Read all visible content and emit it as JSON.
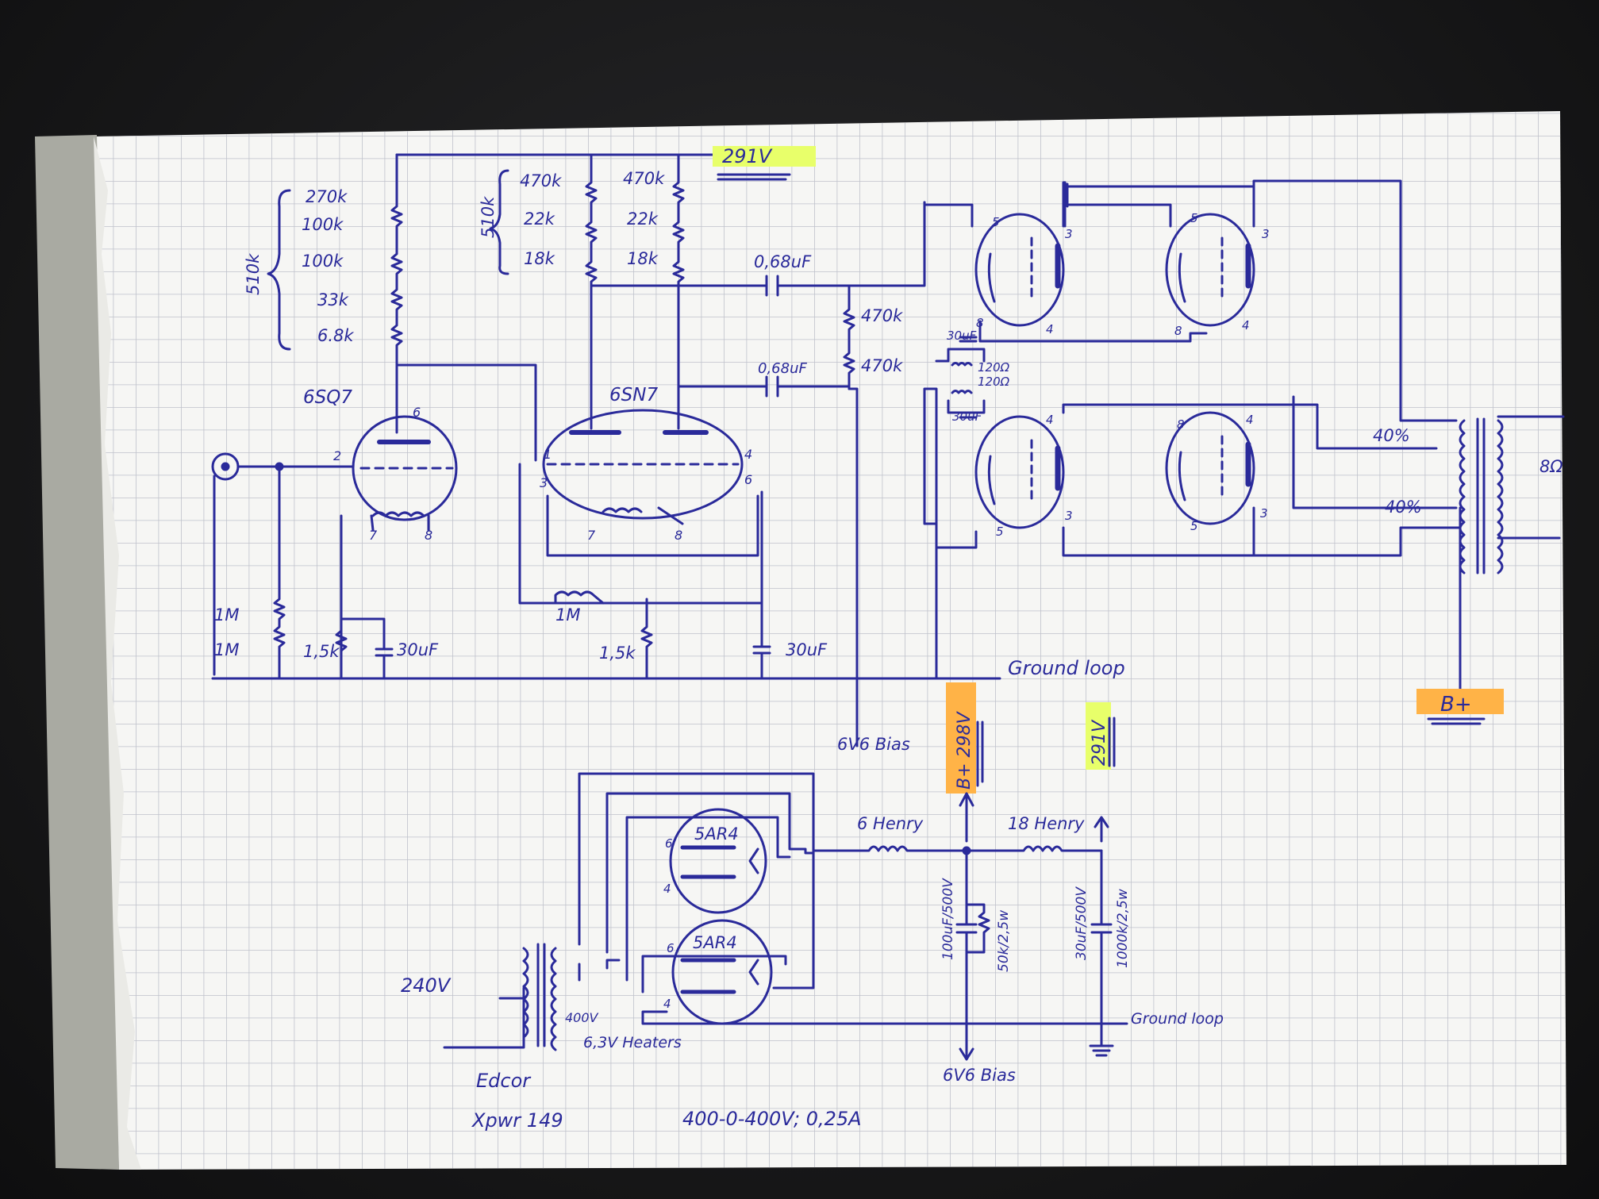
{
  "colors": {
    "desk": "#18181a",
    "paper": "#f6f6f4",
    "grid": "#b9bcc6",
    "ink": "#2a2a9a",
    "spine": "#a9aaa2",
    "highlight_green": "#e8ff6a",
    "highlight_orange": "#ffb347"
  },
  "labels": {
    "r_top_1": "270k",
    "r_top_2": "100k",
    "r_top_3": "100k",
    "r_top_4": "33k",
    "r_top_5": "6.8k",
    "r_top_sum": "510k",
    "col2_sum": "510k",
    "col2_1": "470k",
    "col2_2": "22k",
    "col2_3": "18k",
    "col3_1": "470k",
    "col3_2": "22k",
    "col3_3": "18k",
    "supply_top": "291V",
    "cap_upper": "0,68uF",
    "cap_lower": "0,68uF",
    "grid_r1": "470k",
    "grid_r2": "470k",
    "bias_c1": "30uF",
    "bias_r1": "120Ω",
    "bias_r2": "120Ω",
    "bias_c2": "30uF",
    "tube1": "6SQ7",
    "tube2": "6SN7",
    "pin_6sq7_6": "6",
    "pin_6sq7_2": "2",
    "pin_6sq7_7": "7",
    "pin_6sq7_8": "8",
    "pin_6sn7_1": "1",
    "pin_6sn7_3": "3",
    "pin_6sn7_4": "4",
    "pin_6sn7_6": "6",
    "pin_6sn7_7": "7",
    "pin_6sn7_8": "8",
    "pin_p1_5": "5",
    "pin_p1_3": "3",
    "pin_p1_8": "8",
    "pin_p1_4": "4",
    "pin_p2_5": "5",
    "pin_p2_3": "3",
    "pin_p2_8": "8",
    "pin_p2_4": "4",
    "pin_p3_4": "4",
    "pin_p3_5": "5",
    "pin_p3_3": "3",
    "pin_p4_8": "8",
    "pin_p4_4": "4",
    "pin_p4_5": "5",
    "pin_p4_3": "3",
    "r_in_1": "1M",
    "r_in_2": "1M",
    "r_cath1": "1,5k",
    "c_cath1": "30uF",
    "r_fb": "1M",
    "r_cath2": "1,5k",
    "c_cath2": "30uF",
    "ground_loop_1": "Ground loop",
    "bias_out": "6V6 Bias",
    "b_plus": "B+",
    "tap_1": "40%",
    "tap_2": "40%",
    "speaker": "8Ω",
    "ps_bplus": "B+ 298V",
    "ps_291": "291V",
    "choke1": "6 Henry",
    "choke2": "18 Henry",
    "rect1": "5AR4",
    "rect2": "5AR4",
    "pin_r1_6": "6",
    "pin_r1_4": "4",
    "pin_r2_6": "6",
    "pin_r2_4": "4",
    "c_ps1": "100uF/500V",
    "r_ps1": "50k/2,5w",
    "c_ps2": "30uF/500V",
    "r_ps2": "1000k/2,5w",
    "ground_loop_2": "Ground loop",
    "bias_out_2": "6V6 Bias",
    "mains": "240V",
    "hv_winding": "400V",
    "heater_winding": "6,3V Heaters",
    "xfmr_brand": "Edcor",
    "xfmr_model": "Xpwr 149",
    "xfmr_spec": "400-0-400V; 0,25A"
  }
}
